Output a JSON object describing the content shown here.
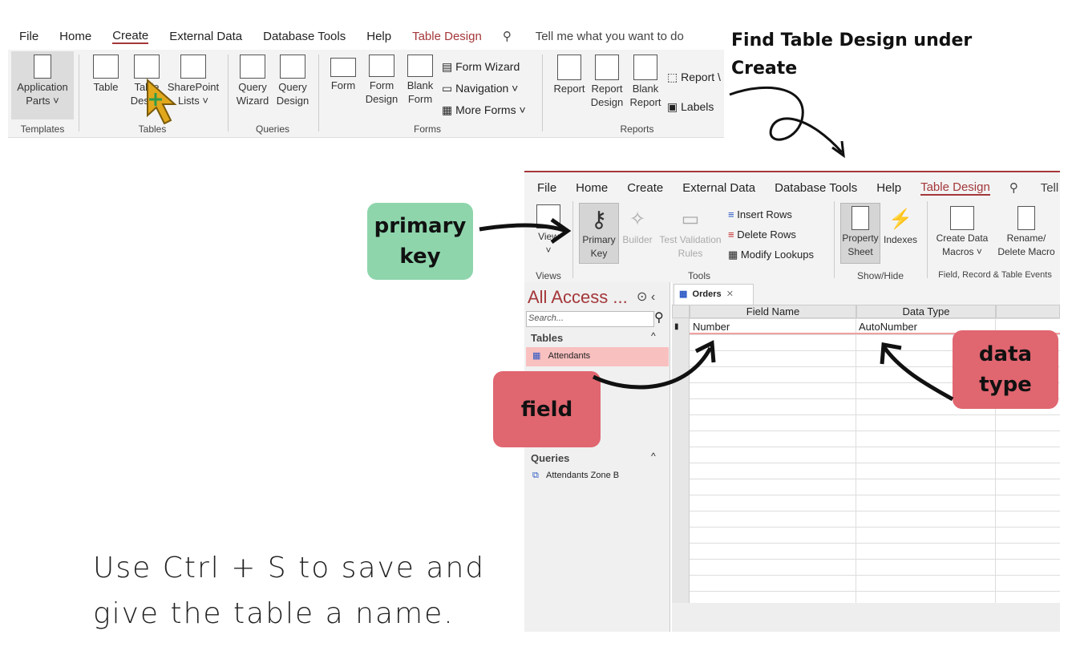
{
  "top_ribbon": {
    "tabs": [
      "File",
      "Home",
      "Create",
      "External Data",
      "Database Tools",
      "Help",
      "Table Design"
    ],
    "tell_me": "Tell me what you want to do",
    "templates": {
      "app_parts": "Application",
      "app_parts2": "Parts ˅",
      "group": "Templates"
    },
    "tables": {
      "table": "Table",
      "table_design": "Table",
      "table_design2": "Design",
      "sharepoint": "SharePoint",
      "sharepoint2": "Lists ˅",
      "group": "Tables"
    },
    "queries": {
      "wizard": "Query",
      "wizard2": "Wizard",
      "design": "Query",
      "design2": "Design",
      "group": "Queries"
    },
    "forms": {
      "form": "Form",
      "form_design": "Form",
      "form_design2": "Design",
      "blank": "Blank",
      "blank2": "Form",
      "wizard": "Form Wizard",
      "navigation": "Navigation ˅",
      "more": "More Forms ˅",
      "group": "Forms"
    },
    "reports": {
      "report": "Report",
      "report_design": "Report",
      "report_design2": "Design",
      "blank": "Blank",
      "blank2": "Report",
      "wizard": "Report \\",
      "labels": "Labels",
      "group": "Reports"
    }
  },
  "heading": {
    "line1": "Find Table Design under",
    "line2": "Create"
  },
  "second_ribbon": {
    "tabs": [
      "File",
      "Home",
      "Create",
      "External Data",
      "Database Tools",
      "Help",
      "Table Design"
    ],
    "tell_me": "Tell",
    "views": {
      "label": "View",
      "group": "Views"
    },
    "tools": {
      "primary": "Primary",
      "primary2": "Key",
      "builder": "Builder",
      "test": "Test Validation",
      "test2": "Rules",
      "insert": "Insert Rows",
      "delete": "Delete Rows",
      "modify": "Modify Lookups",
      "group": "Tools"
    },
    "showhide": {
      "prop": "Property",
      "prop2": "Sheet",
      "indexes": "Indexes",
      "group": "Show/Hide"
    },
    "field": {
      "create": "Create Data",
      "create2": "Macros ˅",
      "rename": "Rename/",
      "rename2": "Delete Macro",
      "group": "Field, Record & Table Events"
    }
  },
  "callouts": {
    "primary_line1": "primary",
    "primary_line2": "key",
    "field": "field",
    "datatype_line1": "data",
    "datatype_line2": "type"
  },
  "nav_pane": {
    "title": "All Access ...",
    "search": "Search...",
    "tables_header": "Tables",
    "tables": [
      "Attendants"
    ],
    "queries_header": "Queries",
    "queries": [
      "Attendants Zone B"
    ]
  },
  "table_design": {
    "tab": "Orders",
    "col_field": "Field Name",
    "col_type": "Data Type",
    "rows": [
      {
        "field": "Number",
        "type": "AutoNumber"
      }
    ]
  },
  "note": {
    "line1": "Use Ctrl + S to save and",
    "line2": "give the table a name."
  },
  "colors": {
    "accent": "#a4373a",
    "primary_pill": "#8ed5ac",
    "field_pill": "#e06670",
    "selected_row": "#f9c0c0"
  }
}
